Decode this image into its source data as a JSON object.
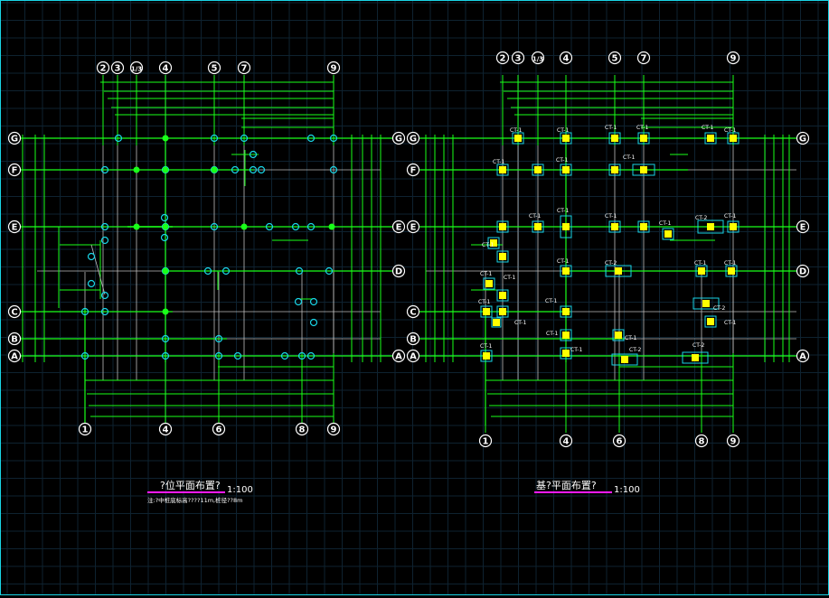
{
  "drawing": {
    "left_plan": {
      "title": "?位平面布置?",
      "scale": "1:100",
      "note": "注:?中桩底标高????11m,桩径??8m",
      "top_axes": [
        "2",
        "3",
        "1/3",
        "4",
        "5",
        "7",
        "9"
      ],
      "bottom_axes": [
        "1",
        "4",
        "6",
        "8",
        "9"
      ],
      "row_axes_left": [
        "G",
        "F",
        "E",
        "C",
        "B",
        "A"
      ],
      "row_axes_right": [
        "G",
        "E",
        "D",
        "A"
      ]
    },
    "right_plan": {
      "title": "基?平面布置?",
      "scale": "1:100",
      "top_axes": [
        "2",
        "3",
        "1/3",
        "4",
        "5",
        "7",
        "9"
      ],
      "bottom_axes": [
        "1",
        "4",
        "6",
        "8",
        "9"
      ],
      "row_axes_left": [
        "G",
        "F",
        "E",
        "C",
        "B",
        "A"
      ],
      "row_axes_right": [
        "G",
        "E",
        "D",
        "A"
      ],
      "cap_labels": [
        "CT-1",
        "CT-2"
      ]
    }
  },
  "colors": {
    "background": "#000000",
    "grid_minor": "#0e2230",
    "axis_line": "#19ff19",
    "grid_line": "#bdbdbd",
    "pile": "#19d5e6",
    "cap": "#ffff00",
    "underline": "#ff19ff",
    "border": "#19d5e6",
    "text": "#ffffff"
  }
}
